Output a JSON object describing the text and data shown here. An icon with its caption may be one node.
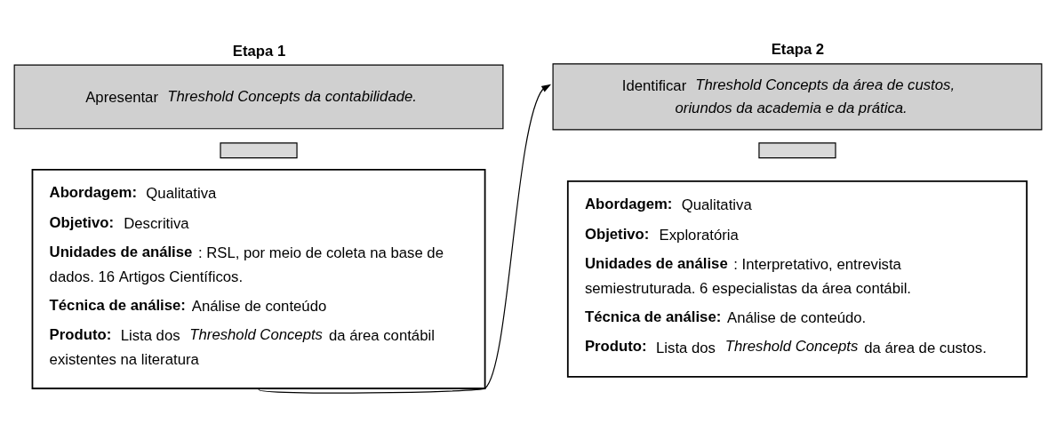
{
  "diagram": {
    "nodes": [
      {
        "text": [
          "Etapa 1",
          "Apresentar *Threshold Concepts da contabilidade.*"
        ]
      },
      {
        "text": [],
        "shape": "box"
      },
      {
        "text": [
          "**Abordagem:** Qualitativa",
          "**Objetivo:** Descritiva",
          "**Unidades de análise**: RSL, por meio de coleta na base de dados. 16 Artigos Científicos.",
          "**Técnica de análise:** Análise de conteúdo",
          "**Produto:** Lista dos *Threshold Concepts* da área contábil existentes na literatura"
        ]
      },
      {
        "text": [
          "Etapa 2",
          "Identificar *Threshold Concepts da área de custos, oriundos da academia e da prática.*"
        ]
      },
      {
        "text": [],
        "shape": "box"
      },
      {
        "text": [
          "**Abordagem:** Qualitativa",
          "**Objetivo:** Exploratória",
          "**Unidades de análise**: Interpretativo, entrevista semiestruturada. 6 especialistas da área contábil.",
          "**Técnica de análise:** Análise de conteúdo.",
          "**Produto:** Lista dos *Threshold Concepts* da área de custos."
        ]
      }
    ],
    "edges": [
      {
        "from": 2,
        "to": 3,
        "arrow": "to"
      }
    ]
  }
}
